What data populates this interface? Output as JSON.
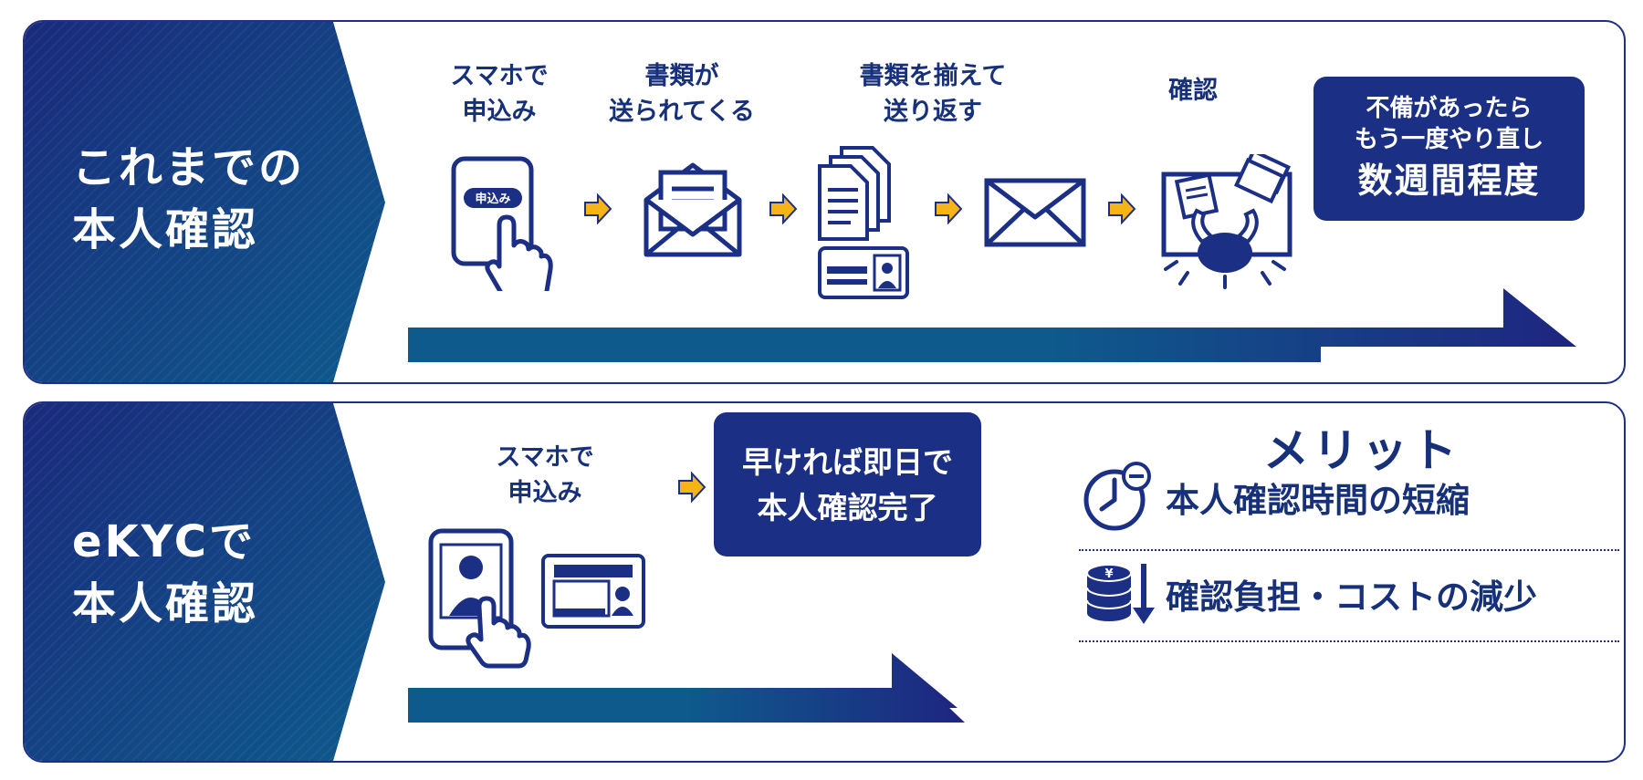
{
  "colors": {
    "navy": "#1b2f85",
    "navy_dark": "#1a2a7c",
    "teal_blue": "#0e5a8c",
    "arrow_yellow": "#f6b417",
    "text": "#17307a",
    "white": "#ffffff"
  },
  "old_flow": {
    "title_line1": "これまでの",
    "title_line2": "本人確認",
    "steps": [
      {
        "label": "スマホで\n申込み",
        "icon": "smartphone-tap-icon",
        "screen_text": "申込み"
      },
      {
        "label": "書類が\n送られてくる",
        "icon": "open-envelope-letter-icon"
      },
      {
        "label": "書類を揃えて\n送り返す",
        "icon": "documents-and-id-card-icon"
      },
      {
        "label": "",
        "icon": "closed-envelope-icon"
      },
      {
        "label": "確認",
        "icon": "overwhelmed-person-paperwork-icon"
      }
    ],
    "result_line1": "不備があったら",
    "result_line2": "もう一度やり直し",
    "result_line3": "数週間程度"
  },
  "new_flow": {
    "title_line1": "eKYCで",
    "title_line2": "本人確認",
    "steps": [
      {
        "label": "スマホで\n申込み",
        "icon": "smartphone-video-id-icon"
      }
    ],
    "result_line1": "早ければ即日で",
    "result_line2": "本人確認完了"
  },
  "merits": {
    "heading": "メリット",
    "items": [
      {
        "text": "本人確認時間の短縮",
        "icon": "clock-minus-icon"
      },
      {
        "text": "確認負担・コストの減少",
        "icon": "yen-coins-down-icon"
      }
    ]
  }
}
